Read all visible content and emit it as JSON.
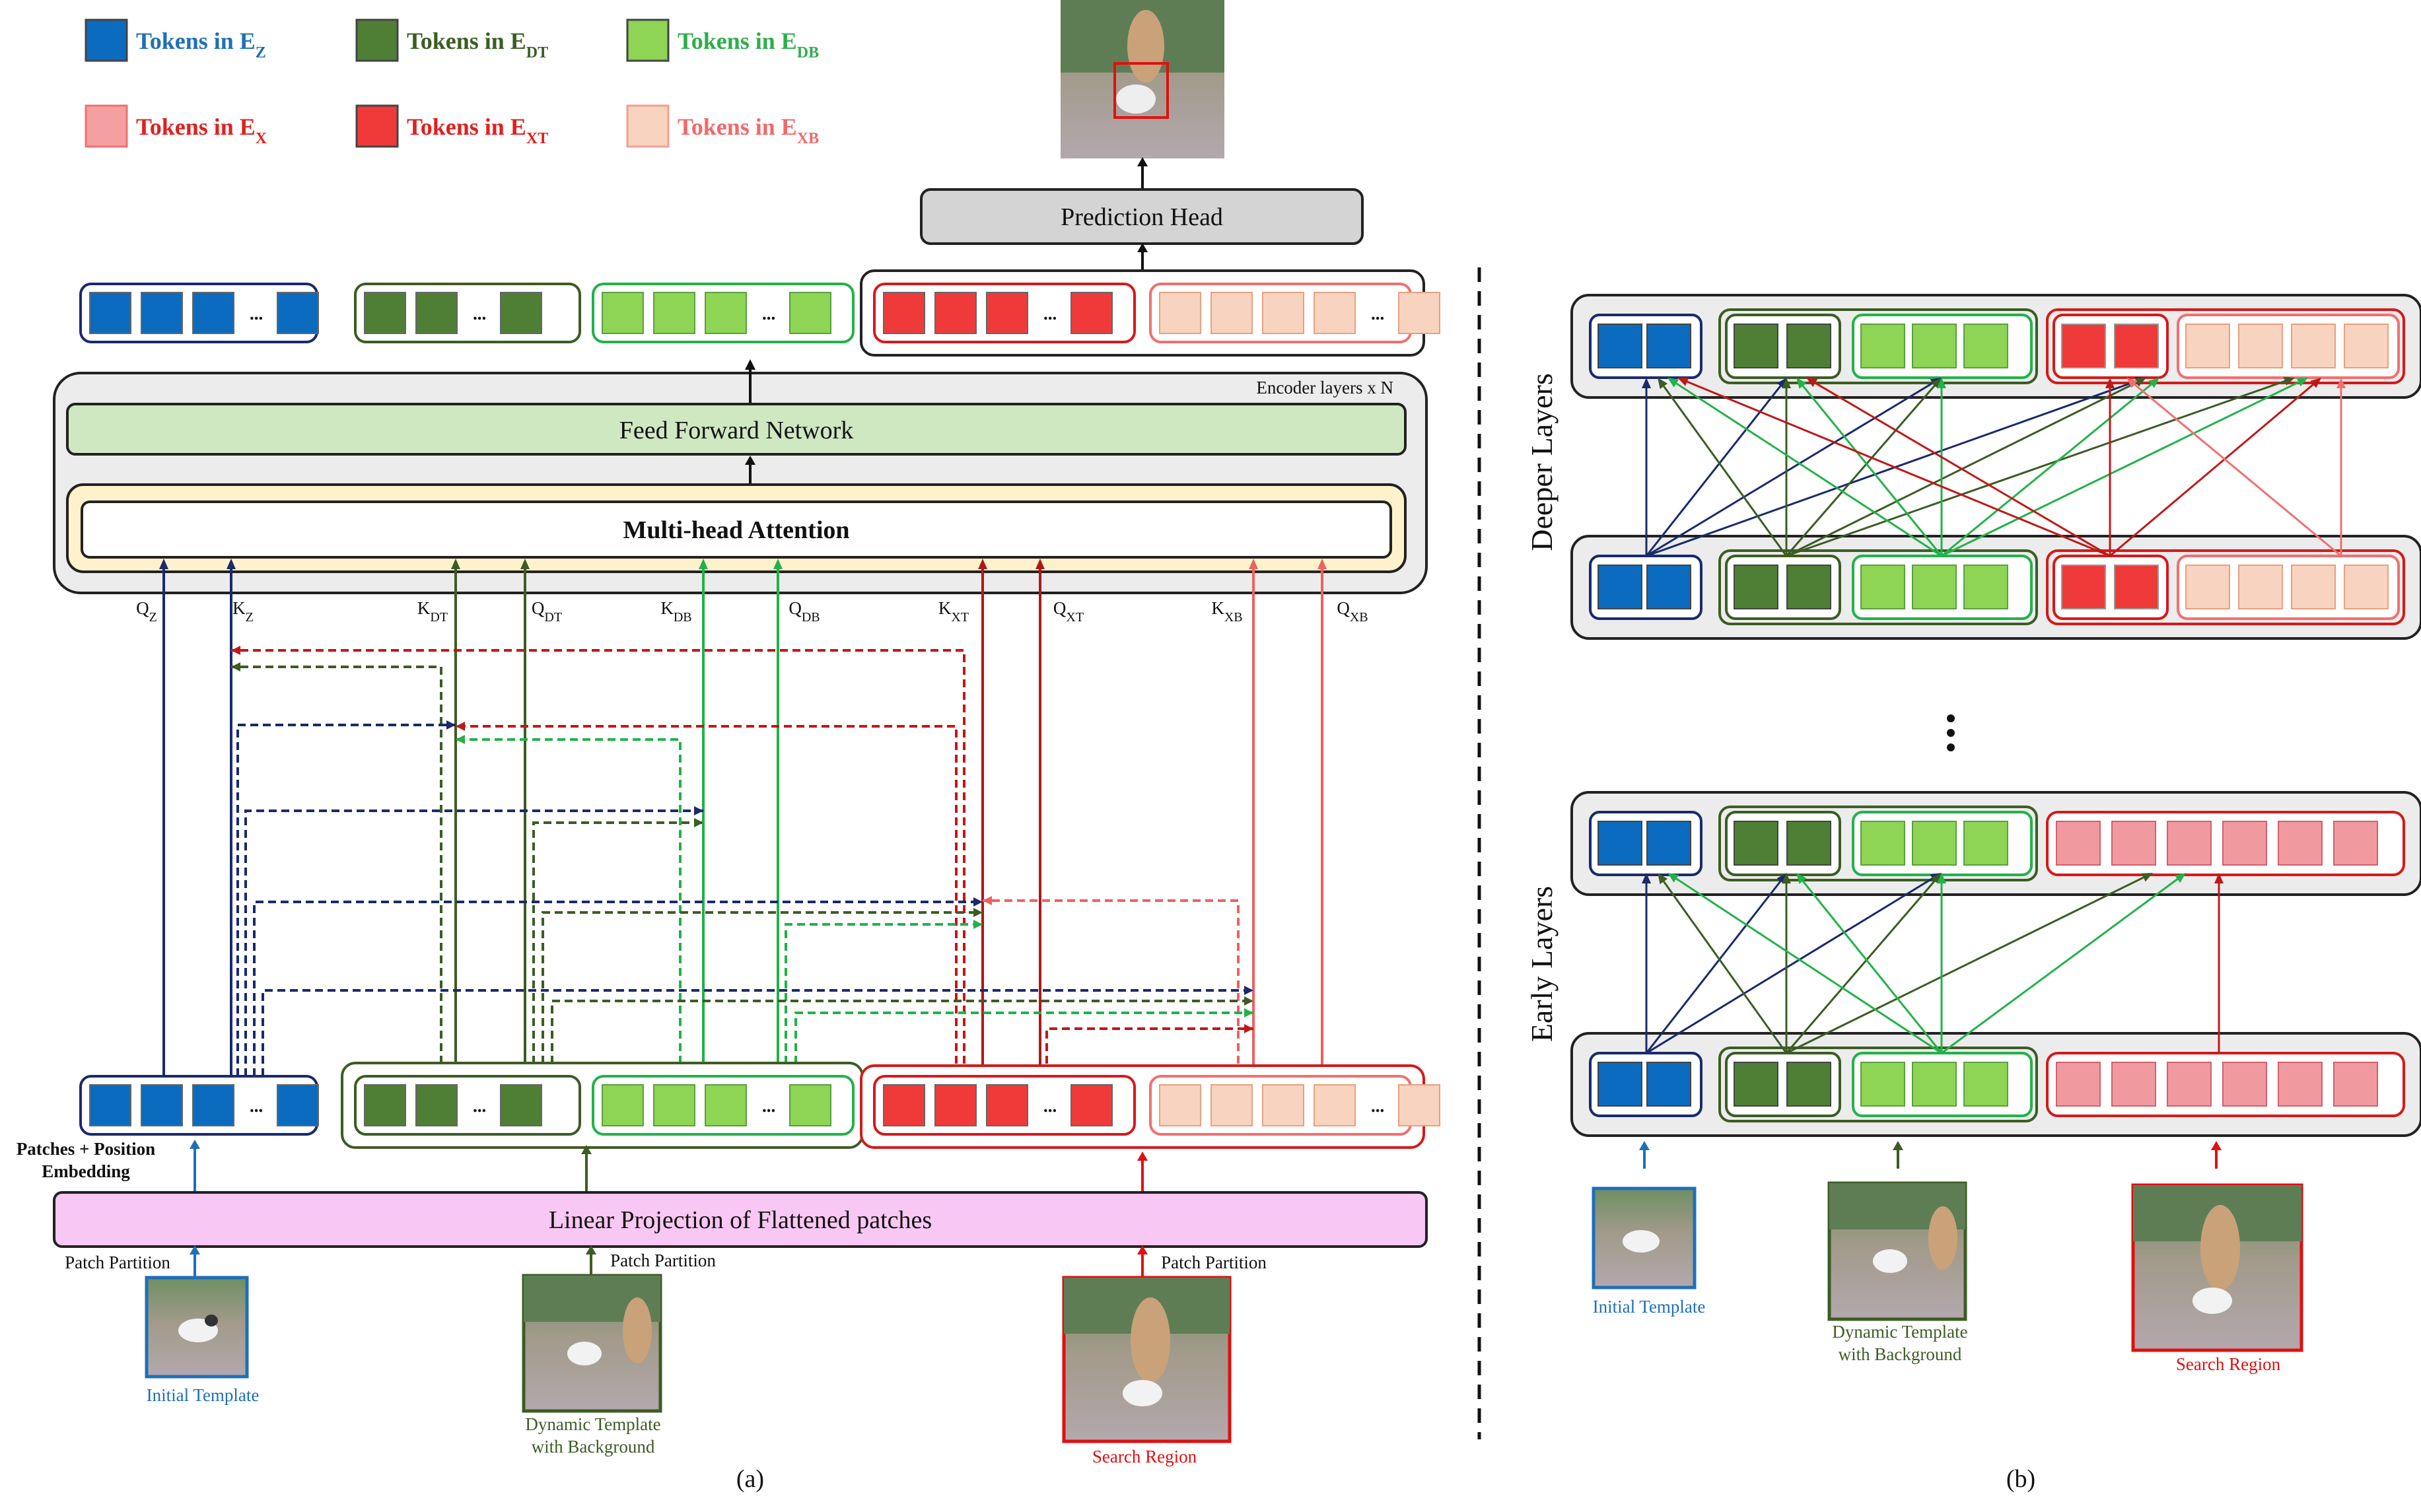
{
  "legend": [
    {
      "prefix": "Tokens in E",
      "sub": "Z",
      "color": "#0b6bbf",
      "text_color": "#1f6fb8",
      "faded": false
    },
    {
      "prefix": "Tokens in E",
      "sub": "DT",
      "color": "#4f7f35",
      "text_color": "#3a5e22",
      "faded": false
    },
    {
      "prefix": "Tokens in E",
      "sub": "DB",
      "color": "#8ed455",
      "text_color": "#2fae4a",
      "faded": false
    },
    {
      "prefix": "Tokens in E",
      "sub": "X",
      "color": "#f5a0a0",
      "text_color": "#e02020",
      "faded": false
    },
    {
      "prefix": "Tokens in E",
      "sub": "XT",
      "color": "#f03a3a",
      "text_color": "#e02020",
      "faded": false
    },
    {
      "prefix": "Tokens in E",
      "sub": "XB",
      "color": "#f8d3c0",
      "text_color": "#f06a6a",
      "faded": false
    }
  ],
  "colors": {
    "blue": "#0b6bbf",
    "navy": "#1a2a6c",
    "dark_green": "#4f7f35",
    "dg_border": "#3d5c24",
    "light_green": "#8ed455",
    "lg_border": "#22b24a",
    "red": "#f03a3a",
    "red_border": "#d41a1a",
    "peach": "#f8d3c0",
    "peach_border": "#f07070",
    "pink": "#f09aa0",
    "ffn_fill": "#cfe8c2",
    "mha_fill": "#fdf2cc",
    "proj_fill": "#f9c7f3",
    "encoder_fill": "#ececec",
    "head_fill": "#d4d4d4"
  },
  "panel_a": {
    "prediction_head": "Prediction Head",
    "encoder_label": "Encoder layers x N",
    "ffn": "Feed Forward Network",
    "mha": "Multi-head Attention",
    "projection": "Linear Projection of Flattened patches",
    "patch_embed_line1": "Patches + Position",
    "patch_embed_line2": "Embedding",
    "patch_partition_1": "Patch Partition",
    "patch_partition_2": "Patch Partition",
    "patch_partition_3": "Patch Partition",
    "ellipsis": "...",
    "qk_labels": [
      {
        "main": "Q",
        "sub": "Z"
      },
      {
        "main": "K",
        "sub": "Z"
      },
      {
        "main": "K",
        "sub": "DT"
      },
      {
        "main": "Q",
        "sub": "DT"
      },
      {
        "main": "K",
        "sub": "DB"
      },
      {
        "main": "Q",
        "sub": "DB"
      },
      {
        "main": "K",
        "sub": "XT"
      },
      {
        "main": "Q",
        "sub": "XT"
      },
      {
        "main": "K",
        "sub": "XB"
      },
      {
        "main": "Q",
        "sub": "XB"
      }
    ],
    "inputs": {
      "initial": "Initial Template",
      "dynamic_line1": "Dynamic Template",
      "dynamic_line2": "with Background",
      "search": "Search Region"
    },
    "caption": "(a)"
  },
  "panel_b": {
    "deeper": "Deeper Layers",
    "early": "Early Layers",
    "inputs": {
      "initial": "Initial Template",
      "dynamic_line1": "Dynamic Template",
      "dynamic_line2": "with Background",
      "search": "Search Region"
    },
    "caption": "(b)"
  }
}
